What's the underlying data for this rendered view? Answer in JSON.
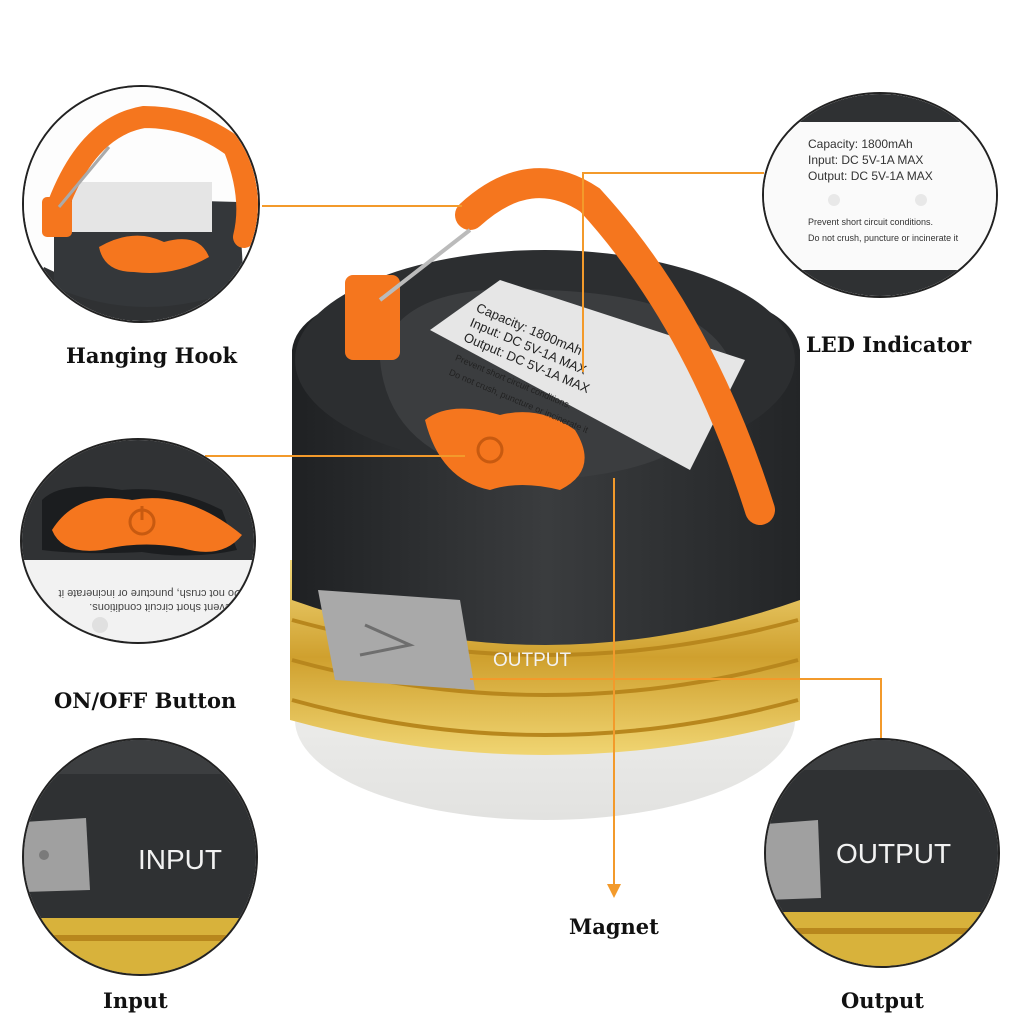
{
  "labels": {
    "hanging_hook": "Hanging Hook",
    "led_indicator": "LED Indicator",
    "on_off_button": "ON/OFF Button",
    "magnet": "Magnet",
    "input": "Input",
    "output": "Output"
  },
  "product_sticker": {
    "capacity": "Capacity: 1800mAh",
    "input": "Input: DC 5V-1A  MAX",
    "output": "Output: DC 5V-1A  MAX",
    "warning_1": "Prevent short circuit conditions.",
    "warning_2": "Do not crush,  puncture or incinerate it"
  },
  "port_labels": {
    "output": "OUTPUT",
    "input": "INPUT"
  },
  "colors": {
    "accent_orange": "#f5761e",
    "body_dark": "#2f3133",
    "gold_band": "#d9b23a",
    "callout_line": "#f39a2b"
  }
}
